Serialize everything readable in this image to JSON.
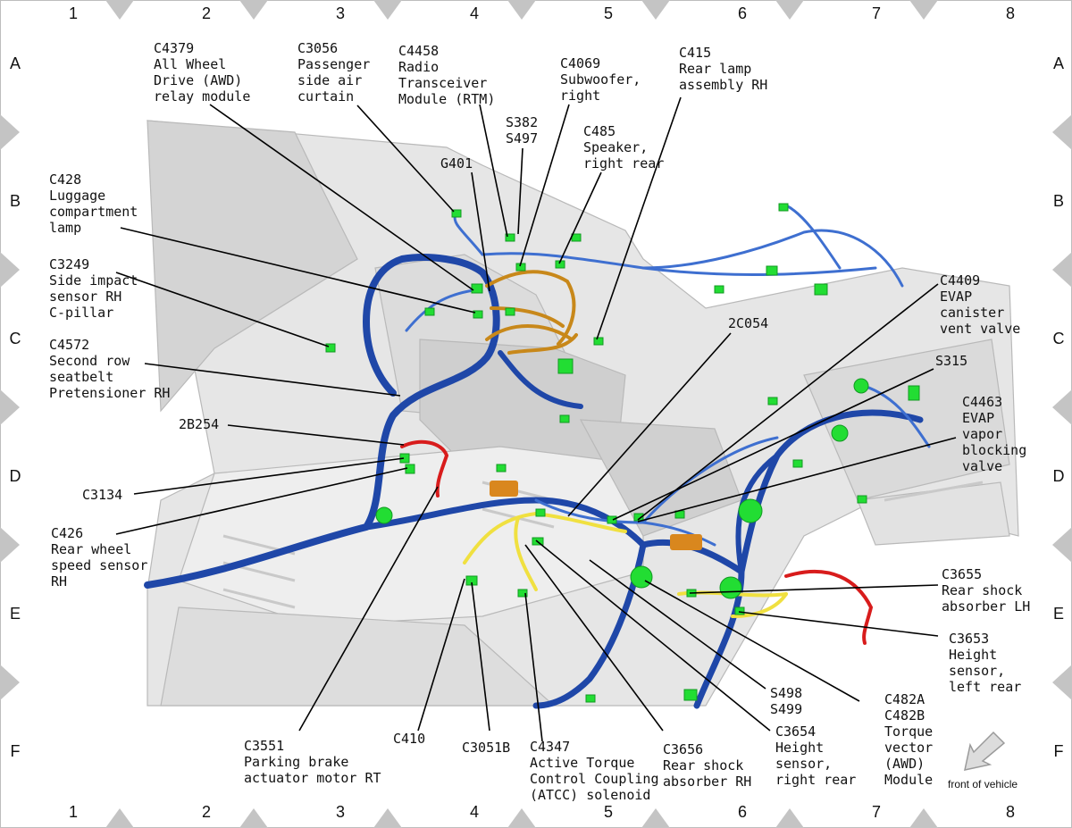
{
  "grid": {
    "columns": [
      "1",
      "2",
      "3",
      "4",
      "5",
      "6",
      "7",
      "8"
    ],
    "rows": [
      "A",
      "B",
      "C",
      "D",
      "E",
      "F"
    ]
  },
  "colors": {
    "harness_main": "#1f47a8",
    "harness_light": "#3e6fd0",
    "harness_orange": "#c8881a",
    "harness_yellow": "#f0e040",
    "harness_red": "#d81c1c",
    "connector": "#22dd33",
    "body": "#e6e6e6",
    "body_edge": "#b9b9b9",
    "frame_diamond": "#c4c4c4"
  },
  "callouts": {
    "c4379": "C4379\nAll Wheel\nDrive (AWD)\nrelay module",
    "c3056": "C3056\nPassenger\nside air\ncurtain",
    "c4458": "C4458\nRadio\nTransceiver\nModule (RTM)",
    "s382": "S382\nS497",
    "g401": "G401",
    "c4069": "C4069\nSubwoofer,\nright",
    "c485": "C485\nSpeaker,\nright rear",
    "c415": "C415\nRear lamp\nassembly RH",
    "c428": "C428\nLuggage\ncompartment\nlamp",
    "c3249": "C3249\nSide impact\nsensor RH\nC-pillar",
    "c4572": "C4572\nSecond row\nseatbelt\nPretensioner RH",
    "b254": "2B254",
    "c3134": "C3134",
    "c426": "C426\nRear wheel\nspeed sensor\nRH",
    "c4409": "C4409\nEVAP\ncanister\nvent valve",
    "c2c054": "2C054",
    "s315": "S315",
    "c4463": "C4463\nEVAP\nvapor\nblocking\nvalve",
    "c3655": "C3655\nRear shock\nabsorber LH",
    "c3653": "C3653\nHeight\nsensor,\nleft rear",
    "c482": "C482A\nC482B\nTorque\nvector\n(AWD)\nModule",
    "s498": "S498\nS499",
    "c3654": "C3654\nHeight\nsensor,\nright rear",
    "c3656": "C3656\nRear shock\nabsorber RH",
    "c4347": "C4347\nActive Torque\nControl Coupling\n(ATCC) solenoid",
    "c3051b": "C3051B",
    "c410": "C410",
    "c3551": "C3551\nParking brake\nactuator motor RT"
  },
  "front_of_vehicle": "front of vehicle",
  "icons": [
    "front-direction-arrow-icon"
  ]
}
